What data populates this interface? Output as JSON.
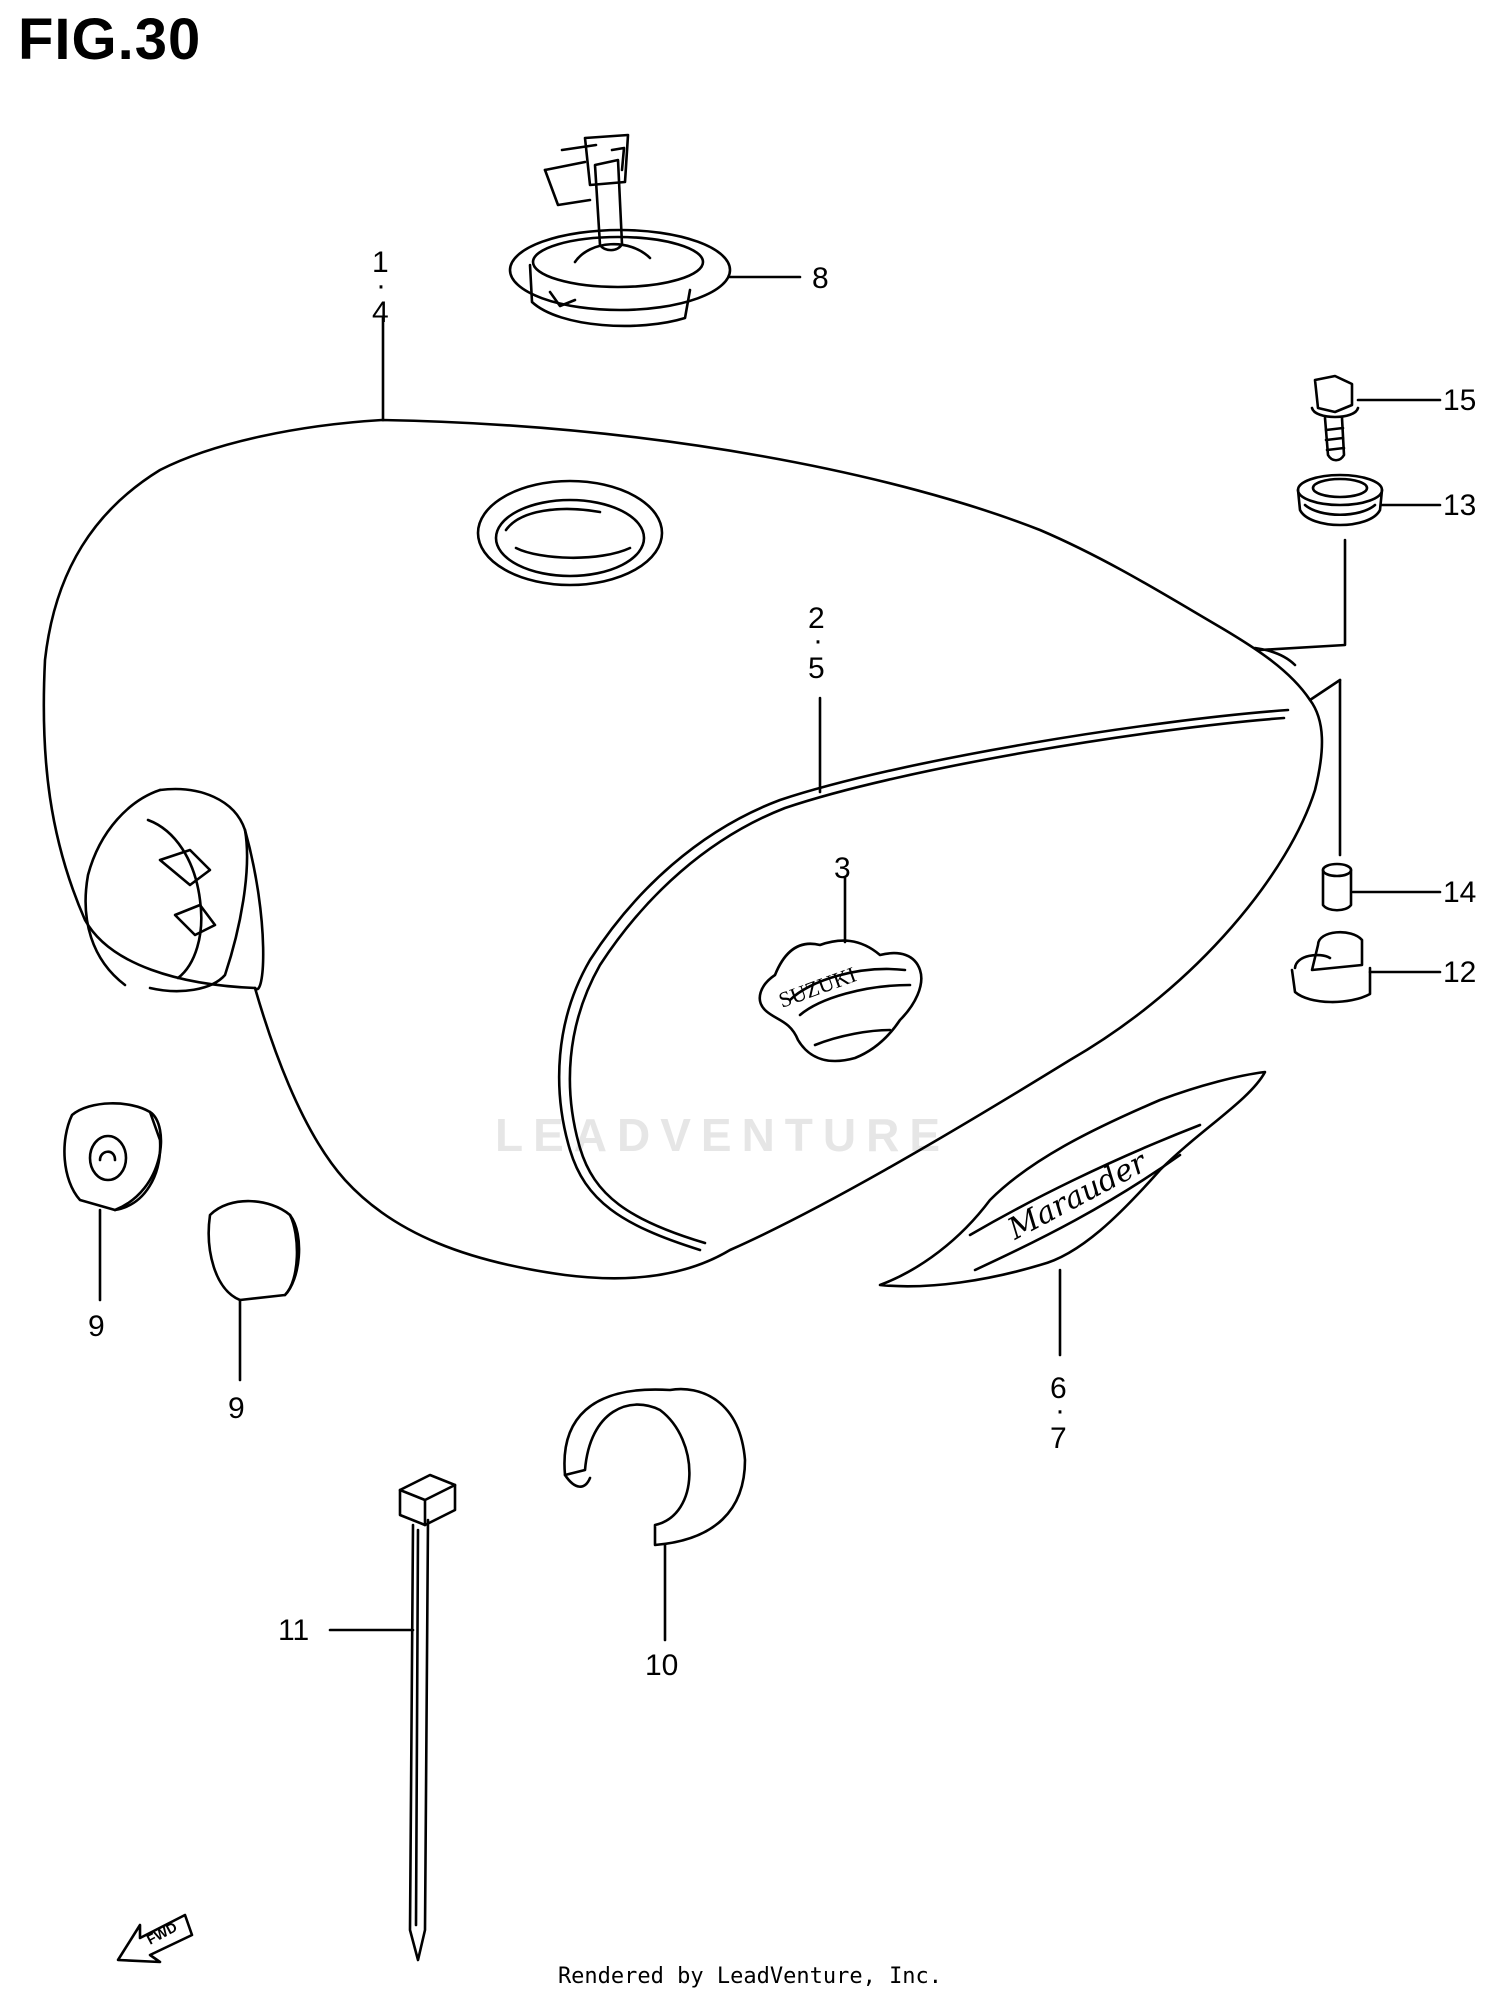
{
  "figure": {
    "title": "FIG.30",
    "footer": "Rendered by LeadVenture, Inc.",
    "watermark": "LEADVENTURE"
  },
  "callouts": {
    "c1": "1",
    "c4": "4",
    "c2": "2",
    "c5": "5",
    "c3": "3",
    "c6": "6",
    "c7": "7",
    "c8": "8",
    "c9a": "9",
    "c9b": "9",
    "c10": "10",
    "c11": "11",
    "c12": "12",
    "c13": "13",
    "c14": "14",
    "c15": "15",
    "dot": "·"
  },
  "labels": {
    "emblem_text": "SUZUKI",
    "badge_text": "Marauder",
    "arrow_text": "FWD"
  }
}
